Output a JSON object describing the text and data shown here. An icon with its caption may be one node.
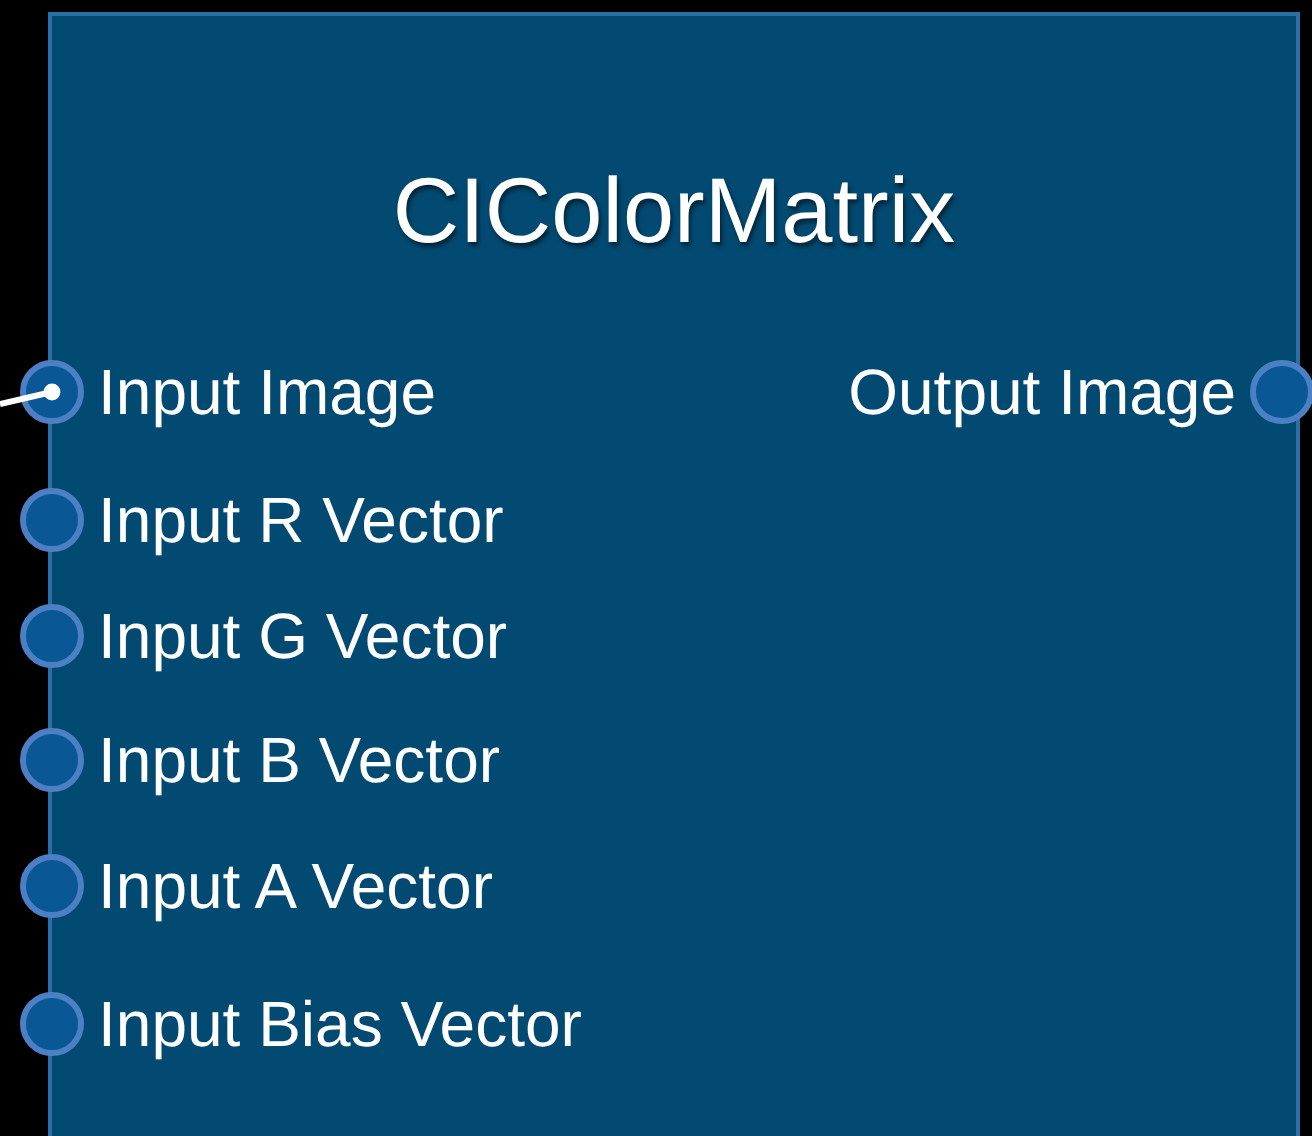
{
  "diagram": {
    "nodes": [
      {
        "text": [
          "CIColorMatrix"
        ]
      },
      {
        "text": [
          "Input Image"
        ],
        "in": 0
      },
      {
        "text": [
          "Output Image"
        ],
        "in": 0
      },
      {
        "text": [
          "Input R Vector"
        ],
        "in": 0
      },
      {
        "text": [
          "Input G Vector"
        ],
        "in": 0
      },
      {
        "text": [
          "Input B Vector"
        ],
        "in": 0
      },
      {
        "text": [
          "Input A Vector"
        ],
        "in": 0
      },
      {
        "text": [
          "Input Bias Vector"
        ],
        "in": 0
      }
    ],
    "edges": [
      {
        "from": null,
        "to": 1,
        "arrow": "other"
      }
    ]
  }
}
